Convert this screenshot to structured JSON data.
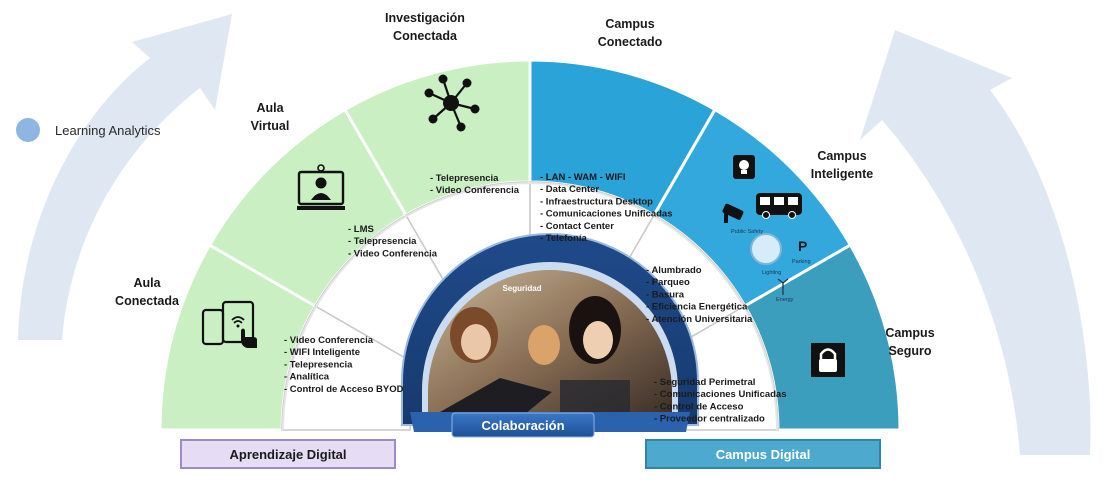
{
  "legend": {
    "label": "Learning Analytics",
    "color": "#8fb6e0"
  },
  "segments": [
    {
      "title_lines": [
        "Aula",
        "Conectada"
      ],
      "items": [
        "- Video Conferencia",
        "- WIFI Inteligente",
        "- Telepresencia",
        "- Analítica",
        "- Control de Acceso BYOD"
      ],
      "icon": "tablet-phone-touch-icon"
    },
    {
      "title_lines": [
        "Aula",
        "Virtual"
      ],
      "items": [
        "- LMS",
        "- Telepresencia",
        "- Video Conferencia"
      ],
      "icon": "video-conference-screen-icon"
    },
    {
      "title_lines": [
        "Investigación",
        "Conectada"
      ],
      "items": [
        "- Telepresencia",
        "- Video Conferencia"
      ],
      "icon": "network-nodes-icon"
    },
    {
      "title_lines": [
        "Campus",
        "Conectado"
      ],
      "items": [
        "- LAN - WAM - WIFI",
        "- Data Center",
        "- Infraestructura Desktop",
        "- Comunicaciones Unificadas",
        "- Contact Center",
        "- Telefonía"
      ],
      "icon": ""
    },
    {
      "title_lines": [
        "Campus",
        "Inteligente"
      ],
      "items": [
        "- Alumbrado",
        "- Parqueo",
        "- Basura",
        "- Eficiencia Energética",
        "- Atención Universitaria"
      ],
      "icon": "smart-campus-icons"
    },
    {
      "title_lines": [
        "Campus",
        "Seguro"
      ],
      "items": [
        "- Seguridad Perimetral",
        "- Comunicaciones Unificadas",
        "- Control de Acceso",
        "- Proveedor centralizado"
      ],
      "icon": "padlock-icon"
    }
  ],
  "smart_icon_labels": {
    "public_safety": "Public Safety",
    "parking": "Parking",
    "lighting": "Lighting",
    "energy": "Energy",
    "parking_symbol": "P"
  },
  "center": {
    "top_label": "Seguridad",
    "banner": "Colaboración",
    "photo": "students-laptop-photo"
  },
  "bottom_bars": {
    "left": {
      "label": "Aprendizaje Digital",
      "fill": "#e6dcf4",
      "border": "#9b8dc4"
    },
    "right": {
      "label": "Campus Digital",
      "fill": "#4ea9cf",
      "border": "#2e86ad"
    }
  },
  "colors": {
    "green_outer": "#c9efc3",
    "green_inner": "#ffffff",
    "blue_outer": "#2aa3d8",
    "blue_mid": "#33a8dd",
    "teal": "#3b9ebd",
    "arrow": "#dde7f1"
  }
}
